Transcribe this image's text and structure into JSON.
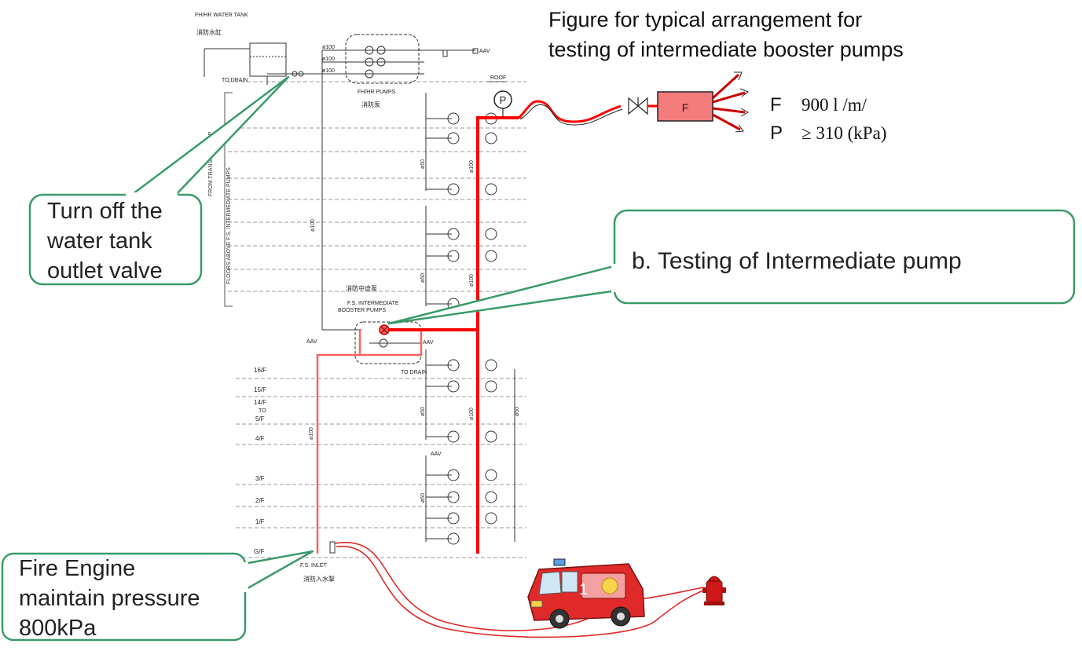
{
  "figure_title_line1": "Figure for typical arrangement for",
  "figure_title_line2": "testing of intermediate booster pumps",
  "flow_label": "F",
  "flow_value": "900  l /m/",
  "pressure_label": "P",
  "pressure_value": "≥ 310 (kPa)",
  "test_unit_label": "F",
  "gauge_label": "P",
  "callouts": {
    "tank_valve": [
      "Turn off the",
      "water tank",
      "outlet valve"
    ],
    "intermediate": "b.  Testing of Intermediate pump",
    "fire_engine": [
      "Fire Engine",
      "maintain pressure",
      "800kPa"
    ]
  },
  "schematic_labels": {
    "water_tank": "FH/HR WATER TANK",
    "water_tank_cn": "消防水缸",
    "pumps": "FH/HR PUMPS",
    "pumps_cn": "消防泵",
    "intermediate_cn": "消防中途泵",
    "intermediate_en_1": "F.S. INTERMEDIATE",
    "intermediate_en_2": "BOOSTER PUMPS",
    "inlet": "F.S. INLET",
    "inlet_cn": "消防入水掣",
    "roof": "ROOF",
    "to_drain": "TO DRAIN",
    "aav": "AAV",
    "from_transfer_pump": "FROM TRANSFER PUMP",
    "floors_above": "FLOORS ABOVE F.S. INTERMEDIATE PUMPS",
    "pipe_100": "ø100",
    "pipe_50": "ø50"
  },
  "floor_labels": [
    "16/F",
    "15/F",
    "14/F",
    "TO",
    "5/F",
    "4/F",
    "3/F",
    "2/F",
    "1/F",
    "G/F"
  ],
  "fire_engine_number": "1",
  "colors": {
    "callout_border": "#3a9a6a",
    "test_pipe": "#ff0000",
    "test_unit_fill": "#f47c7c",
    "truck_red": "#e02a2a",
    "hydrant_red": "#d01818"
  }
}
